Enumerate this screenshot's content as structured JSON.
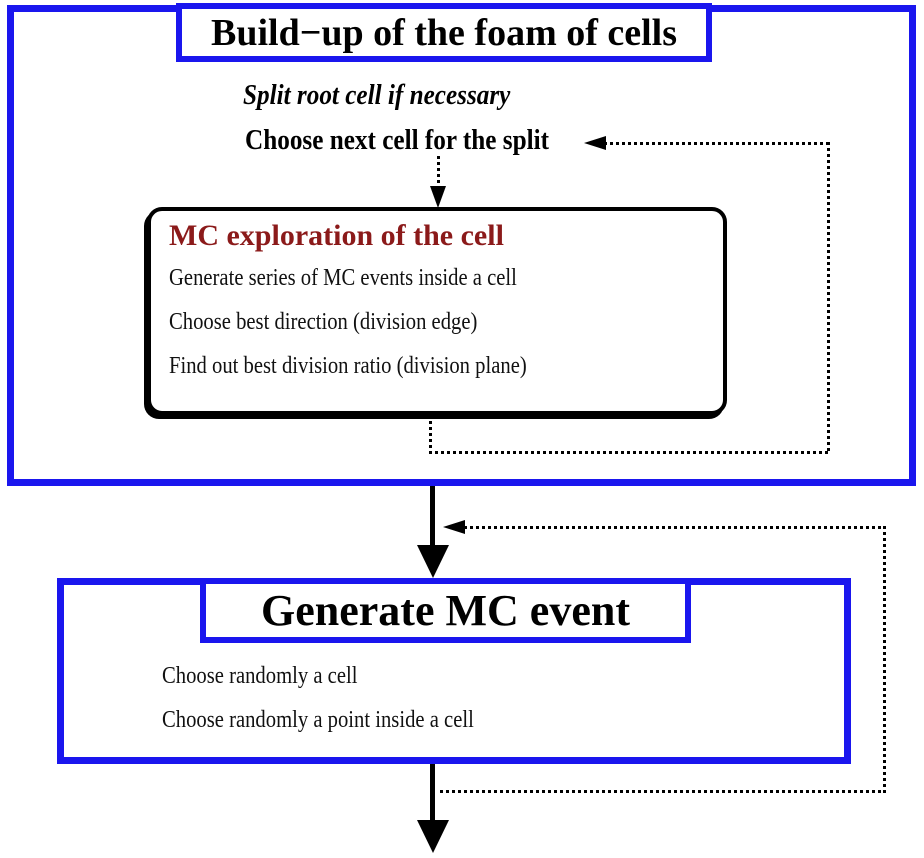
{
  "colors": {
    "box_blue": "#1a16ee",
    "heading_dark_red": "#8b1a1a",
    "line_black": "#000000"
  },
  "build_section": {
    "title": "Build−up of the foam of cells",
    "split_note": "Split root cell if necessary",
    "choose_note": "Choose next cell for the split",
    "exploration": {
      "title": "MC exploration of the cell",
      "steps": [
        "Generate series of MC events inside a cell",
        "Choose best direction (division edge)",
        "Find out best division ratio (division plane)"
      ]
    }
  },
  "generate_section": {
    "title": "Generate MC event",
    "steps": [
      "Choose randomly a cell",
      "Choose randomly a point inside a cell"
    ]
  }
}
